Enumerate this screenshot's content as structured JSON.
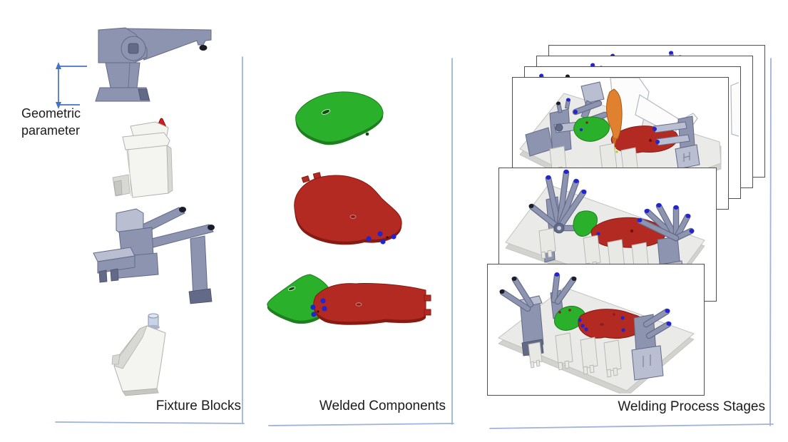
{
  "figure": {
    "panels": [
      {
        "id": "fixture-blocks",
        "label": "Fixture Blocks",
        "annotation": "Geometric parameter"
      },
      {
        "id": "welded-components",
        "label": "Welded Components"
      },
      {
        "id": "welding-process-stages",
        "label": "Welding Process Stages"
      }
    ],
    "colors": {
      "text": "#1b1b1b",
      "panel_line": "#9fb2da",
      "annotation_arrow": "#4472c4",
      "frame_border": "#4f4f4f",
      "steel": "#8d94b0",
      "steel_light": "#b9bed1",
      "steel_dark": "#636a88",
      "white_block": "#f4f4f1",
      "green": "#2bb02b",
      "green_dark": "#1d7f1f",
      "red": "#b22a21",
      "red_dark": "#871a12",
      "weld_dot_blue": "#2323cf",
      "torch_orange": "#e0812f",
      "base_gray": "#eaeae8"
    }
  }
}
